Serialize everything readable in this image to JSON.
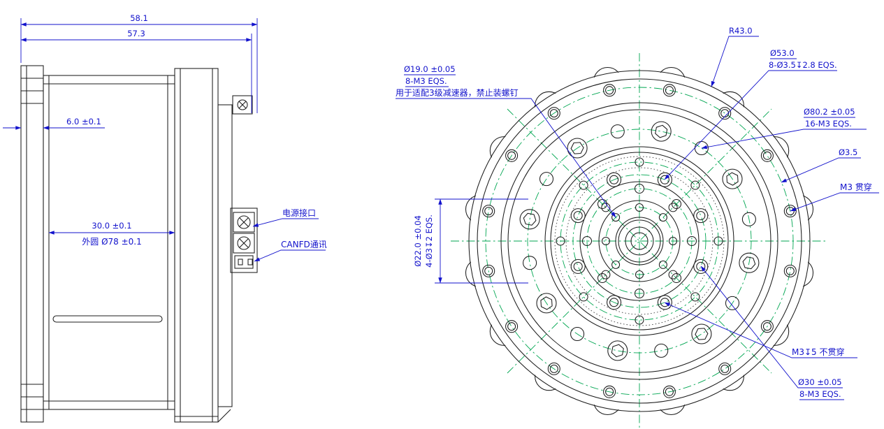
{
  "drawing": {
    "side_view": {
      "dims": {
        "total_width": "58.1",
        "body_width": "57.3",
        "flange_thickness": "6.0 ±0.1",
        "mount_depth": "30.0 ±0.1",
        "outer_circle": "外圆 Ø78 ±0.1"
      },
      "labels": {
        "power": "电源接口",
        "canfd": "CANFD通讯"
      }
    },
    "front_view": {
      "r43": "R43.0",
      "d53_1": "Ø53.0",
      "d53_2": "8-Ø3.5↧2.8 EQS.",
      "d19_1": "Ø19.0 ±0.05",
      "d19_2": "8-M3 EQS.",
      "d19_3": "用于适配3级减速器，禁止装螺钉",
      "d80_1": "Ø80.2 ±0.05",
      "d80_2": "16-M3 EQS.",
      "d35": "Ø3.5",
      "m3_through": "M3 贯穿",
      "d22_1": "Ø22.0 ±0.04",
      "d22_2": "4-Ø3↧2 EQS.",
      "m3_blind": "M3↧5 不贯穿",
      "d30_1": "Ø30 ±0.05",
      "d30_2": "8-M3 EQS."
    },
    "colors": {
      "dimension": "#1212cc",
      "centerline": "#00a651",
      "outline": "#1c1c1c"
    }
  }
}
